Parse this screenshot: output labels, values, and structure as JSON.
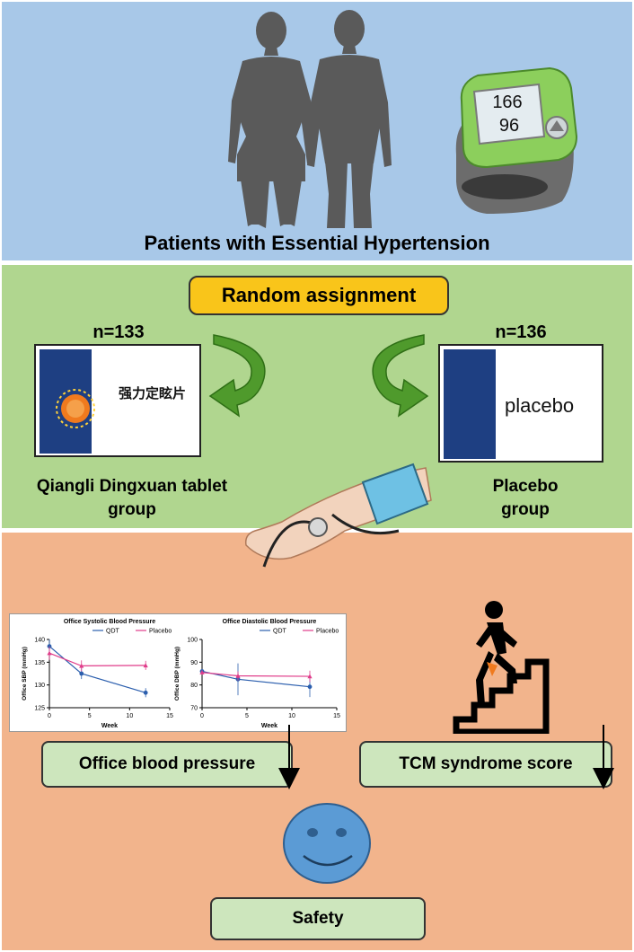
{
  "header": {
    "title": "Patients with Essential Hypertension"
  },
  "bp_monitor": {
    "systolic": "166",
    "diastolic": "96"
  },
  "assignment": {
    "label": "Random assignment"
  },
  "treatment_group": {
    "n_label": "n=133",
    "box_title": "强力定眩片",
    "group_label_line1": "Qiangli Dingxuan tablet",
    "group_label_line2": "group"
  },
  "placebo_group": {
    "n_label": "n=136",
    "box_label": "placebo",
    "group_label_line1": "Placebo",
    "group_label_line2": "group"
  },
  "outcomes": {
    "office_bp": "Office blood pressure",
    "tcm_score": "TCM syndrome score",
    "safety": "Safety"
  },
  "colors": {
    "top_panel": "#a8c8e8",
    "mid_panel": "#b0d68f",
    "bottom_panel": "#f2b48c",
    "assignment_pill": "#f9c51a",
    "outcome_pill": "#cde6bd",
    "qdt_series": "#2c5fae",
    "placebo_series": "#e03c8a"
  },
  "chart_data": [
    {
      "type": "line",
      "title": "Office Systolic Blood Pressure",
      "xlabel": "Week",
      "ylabel": "Office SBP (mmHg)",
      "xlim": [
        0,
        15
      ],
      "ylim": [
        125,
        140
      ],
      "xticks": [
        0,
        5,
        10,
        15
      ],
      "yticks": [
        125,
        130,
        135,
        140
      ],
      "legend": "top-right",
      "series": [
        {
          "name": "QDT",
          "x": [
            0,
            4,
            12
          ],
          "y": [
            138.5,
            132.5,
            128.3
          ],
          "err": [
            1.5,
            1.2,
            1.0
          ]
        },
        {
          "name": "Placebo",
          "x": [
            0,
            4,
            12
          ],
          "y": [
            137.0,
            134.2,
            134.3
          ],
          "err": [
            1.5,
            1.2,
            1.0
          ]
        }
      ]
    },
    {
      "type": "line",
      "title": "Office Diastolic Blood Pressure",
      "xlabel": "Week",
      "ylabel": "Office DBP (mmHg)",
      "xlim": [
        0,
        15
      ],
      "ylim": [
        70,
        100
      ],
      "xticks": [
        0,
        5,
        10,
        15
      ],
      "yticks": [
        70,
        80,
        90,
        100
      ],
      "legend": "top-right",
      "series": [
        {
          "name": "QDT",
          "x": [
            0,
            4,
            12
          ],
          "y": [
            86.0,
            82.5,
            79.2
          ],
          "err": [
            1.0,
            7.0,
            4.5
          ]
        },
        {
          "name": "Placebo",
          "x": [
            0,
            4,
            12
          ],
          "y": [
            85.5,
            84.0,
            83.8
          ],
          "err": [
            1.0,
            2.0,
            2.5
          ]
        }
      ]
    }
  ]
}
